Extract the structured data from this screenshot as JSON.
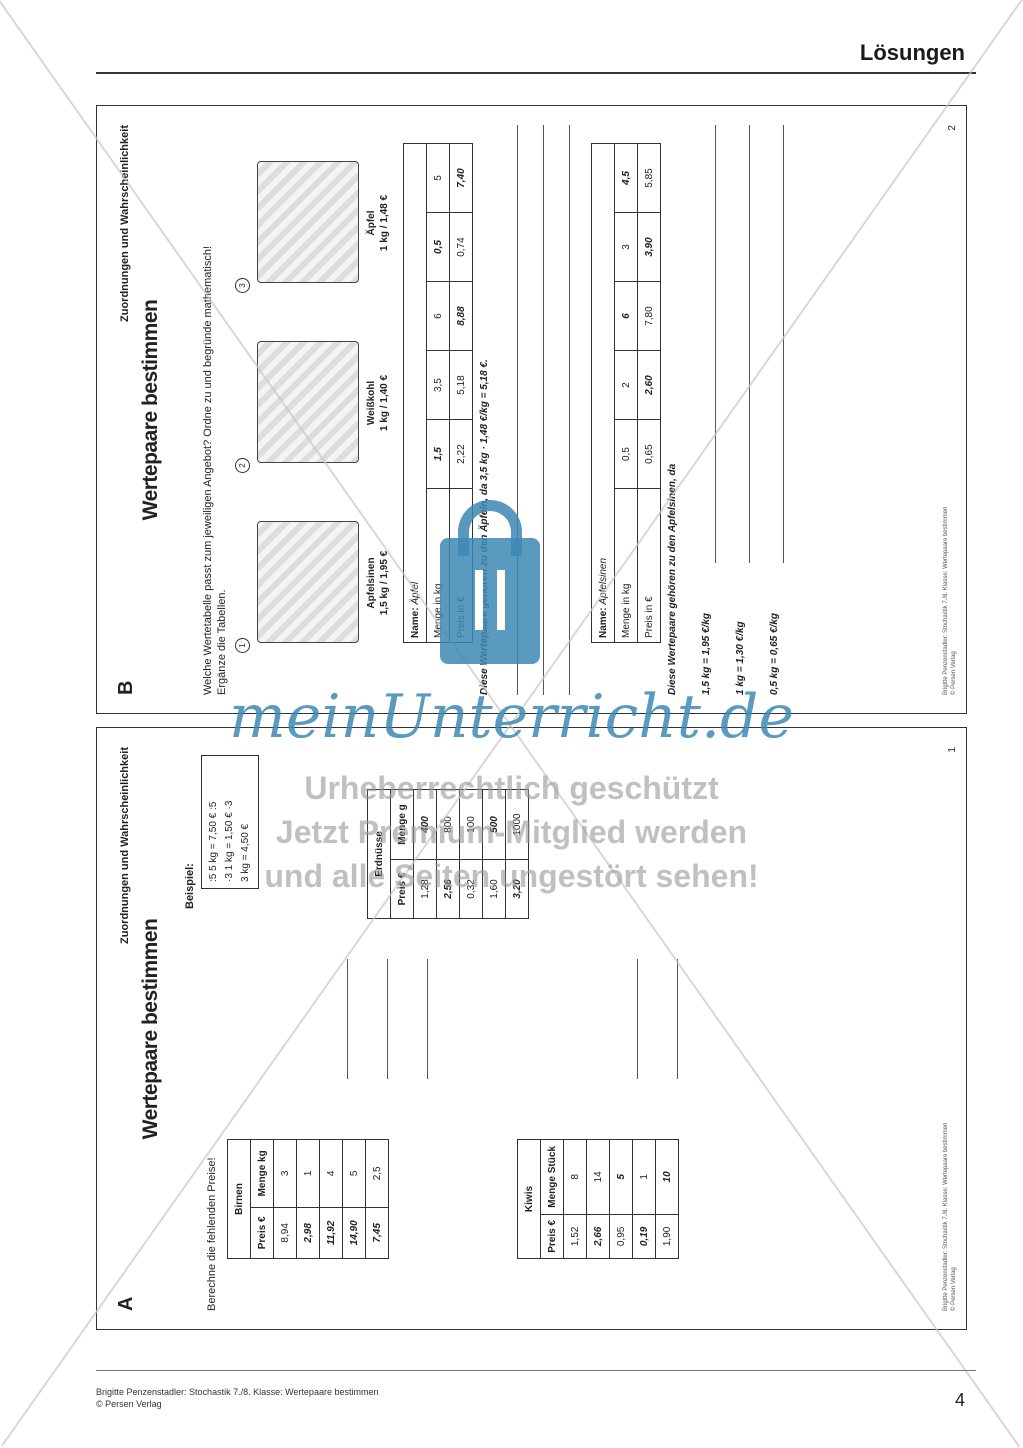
{
  "header": {
    "title": "Lösungen"
  },
  "footer": {
    "credit_line1": "Brigitte Penzenstadler: Stochastik 7./8. Klasse: Wertepaare bestimmen",
    "credit_line2": "© Persen Verlag",
    "page_number": "4"
  },
  "watermark": {
    "logo": "meinUnterricht.de",
    "line1": "Urheberrechtlich geschützt",
    "line2": "Jetzt Premium-Mitglied werden",
    "line3": "und alle Seiten ungestört sehen!"
  },
  "sheet_a": {
    "letter": "A",
    "topic": "Zuordnungen und Wahrscheinlichkeit",
    "title": "Wertepaare bestimmen",
    "instruction": "Berechne die fehlenden Preise!",
    "example_label": "Beispiel:",
    "example_rows": [
      ":5   5 kg = 7,50 €   :5",
      "·3   1 kg = 1,50 €   ·3",
      "     3 kg = 4,50 €"
    ],
    "birnen": {
      "name": "Birnen",
      "col1": "Preis €",
      "col2": "Menge kg",
      "rows": [
        [
          "8,94",
          "3"
        ],
        [
          "2,98",
          "1"
        ],
        [
          "11,92",
          "4"
        ],
        [
          "14,90",
          "5"
        ],
        [
          "7,45",
          "2,5"
        ]
      ]
    },
    "kiwis": {
      "name": "Kiwis",
      "col1": "Preis €",
      "col2": "Menge Stück",
      "rows": [
        [
          "1,52",
          "8"
        ],
        [
          "2,66",
          "14"
        ],
        [
          "0,95",
          "5"
        ],
        [
          "0,19",
          "1"
        ],
        [
          "1,90",
          "10"
        ]
      ]
    },
    "erdnuesse": {
      "name": "Erdnüsse",
      "col1": "Preis €",
      "col2": "Menge g",
      "rows": [
        [
          "1,28",
          "400"
        ],
        [
          "2,56",
          "800"
        ],
        [
          "0,32",
          "100"
        ],
        [
          "1,60",
          "500"
        ],
        [
          "3,20",
          "1000"
        ]
      ]
    },
    "footer_credit": "Brigitte Penzenstadler: Stochastik 7./8. Klasse: Wertepaare bestimmen",
    "footer_publisher": "© Persen Verlag",
    "page": "1"
  },
  "sheet_b": {
    "letter": "B",
    "topic": "Zuordnungen und Wahrscheinlichkeit",
    "title": "Wertepaare bestimmen",
    "instruction1": "Welche Wertetabelle passt zum jeweiligen Angebot? Ordne zu und begründe mathematisch!",
    "instruction2": "Ergänze die Tabellen.",
    "offers": [
      {
        "num": "1",
        "name": "Apfelsinen",
        "price": "1,5 kg / 1,95 €"
      },
      {
        "num": "2",
        "name": "Weißkohl",
        "price": "1 kg / 1,40 €"
      },
      {
        "num": "3",
        "name": "Äpfel",
        "price": "1 kg / 1,48 €"
      }
    ],
    "table1": {
      "name_label": "Name:",
      "name": "Äpfel",
      "row1_label": "Menge in kg",
      "row1": [
        "1,5",
        "3,5",
        "6",
        "0,5",
        "5"
      ],
      "row2_label": "Preis in €",
      "row2": [
        "2,22",
        "5,18",
        "8,88",
        "0,74",
        "7,40"
      ]
    },
    "solution1": "Diese Wertepaare gehören zu den Äpfeln, da 3,5 kg · 1,48 €/kg = 5,18 €.",
    "table2": {
      "name_label": "Name:",
      "name": "Apfelsinen",
      "row1_label": "Menge in kg",
      "row1": [
        "0,5",
        "2",
        "6",
        "3",
        "4,5"
      ],
      "row2_label": "Preis in €",
      "row2": [
        "0,65",
        "2,60",
        "7,80",
        "3,90",
        "5,85"
      ]
    },
    "solution2": "Diese Wertepaare gehören zu den Apfelsinen, da",
    "calc1": "1,5 kg = 1,95 €/kg",
    "calc2": "1 kg = 1,30 €/kg",
    "calc3": "0,5 kg = 0,65 €/kg",
    "footer_credit": "Brigitte Penzenstadler: Stochastik 7./8. Klasse: Wertepaare bestimmen",
    "footer_publisher": "© Persen Verlag",
    "page": "2"
  }
}
